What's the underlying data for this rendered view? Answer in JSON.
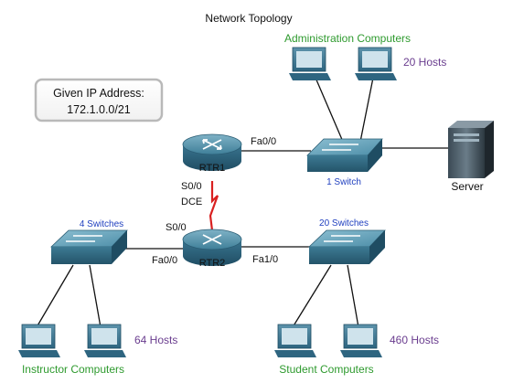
{
  "title": "Network Topology",
  "ip_box": {
    "label": "Given IP Address:",
    "value": "172.1.0.0/21"
  },
  "routers": {
    "rtr1": "RTR1",
    "rtr2": "RTR2"
  },
  "interfaces": {
    "rtr1_fa": "Fa0/0",
    "rtr1_serial": "S0/0",
    "rtr1_dce": "DCE",
    "rtr2_serial": "S0/0",
    "rtr2_fa_left": "Fa0/0",
    "rtr2_fa_right": "Fa1/0"
  },
  "switches": {
    "admin": "1 Switch",
    "instructor": "4 Switches",
    "student": "20 Switches"
  },
  "groups": {
    "admin": {
      "name": "Administration Computers",
      "hosts": "20 Hosts"
    },
    "instructor": {
      "name": "Instructor Computers",
      "hosts": "64 Hosts"
    },
    "student": {
      "name": "Student Computers",
      "hosts": "460 Hosts"
    }
  },
  "server": "Server",
  "colors": {
    "group_name": "#2e9a2e",
    "hosts": "#6a3d8f",
    "switch_label": "#1f3fbf",
    "serial_link": "#d92020",
    "device_body": "#2f6f8a"
  }
}
